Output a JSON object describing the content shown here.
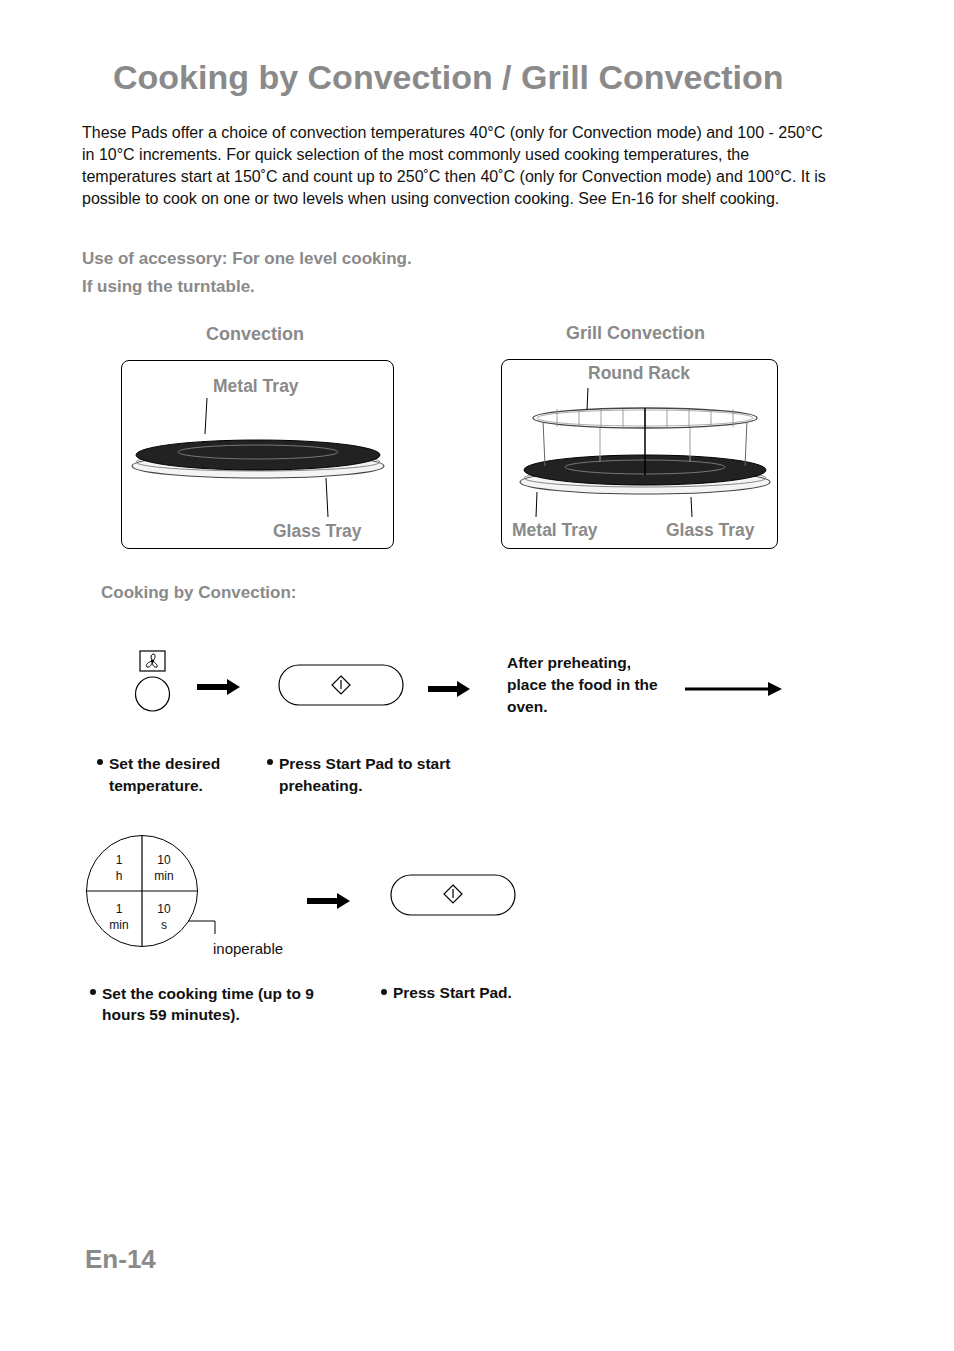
{
  "diagram": {
    "title": "Cooking by Convection / Grill Convection",
    "nodes": [
      {
        "text": [
          "Convection"
        ]
      },
      {
        "text": [
          "Grill Convection"
        ]
      },
      {
        "text": [
          "1 h",
          "10 min",
          "1 min",
          "10 s"
        ]
      }
    ],
    "labels": [
      "These Pads offer a choice of convection temperatures 40°C (only for Convection mode) and 100 - 250°C in 10°C increments. For quick selection of the most commonly used cooking temperatures, the temperatures start at 150˚C and count up to 250˚C then 40˚C (only for Convection mode) and 100°C. It is possible to cook on one or two levels when using convection cooking. See En-16 for shelf cooking.",
      "Use of accessory: For one level cooking.",
      "If using the turntable.",
      "Metal Tray",
      "Glass Tray",
      "Round Rack",
      "Metal Tray",
      "Glass Tray",
      "Cooking by Convection:",
      "After preheating, place the food in the oven.",
      "Set the desired temperature.",
      "Press Start Pad to start preheating.",
      "inoperable",
      "Set the cooking time (up to 9 hours 59 minutes).",
      "Press Start Pad.",
      "En-14"
    ]
  }
}
